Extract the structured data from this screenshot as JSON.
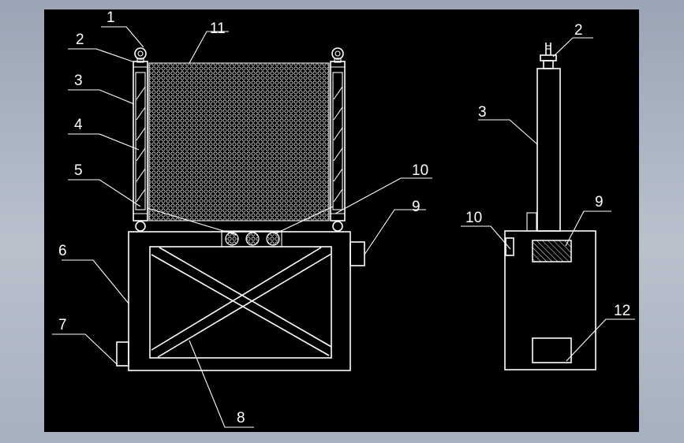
{
  "callouts": {
    "front_1": "1",
    "front_2": "2",
    "front_3": "3",
    "front_4": "4",
    "front_5": "5",
    "front_6": "6",
    "front_7": "7",
    "front_8": "8",
    "front_9": "9",
    "front_10": "10",
    "front_11": "11",
    "side_2": "2",
    "side_3": "3",
    "side_9": "9",
    "side_10": "10",
    "side_12": "12"
  },
  "colors": {
    "background": "#000000",
    "line": "#ffffff",
    "frame_outside": "#a7b0be"
  }
}
